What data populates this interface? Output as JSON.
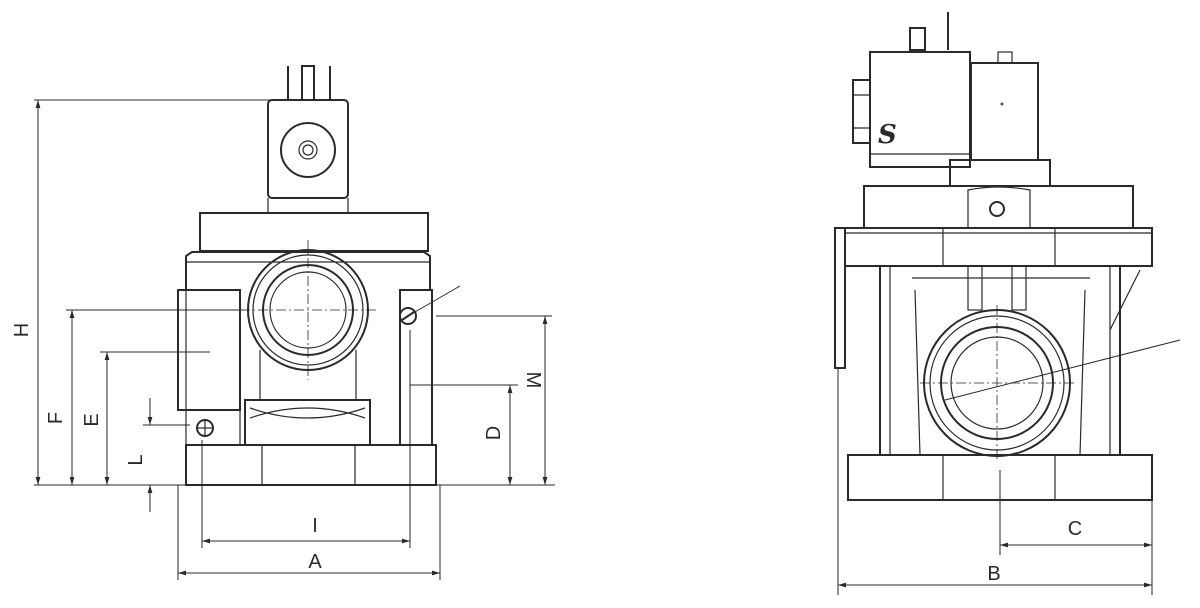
{
  "front_view": {
    "dimensions": {
      "H": "H",
      "F": "F",
      "E": "E",
      "L": "L",
      "D": "D",
      "M": "M",
      "I": "I",
      "A": "A"
    }
  },
  "side_view": {
    "dimensions": {
      "B": "B",
      "C": "C"
    },
    "logo": "S"
  },
  "colors": {
    "line": "#2a2a2a",
    "background": "#ffffff"
  }
}
